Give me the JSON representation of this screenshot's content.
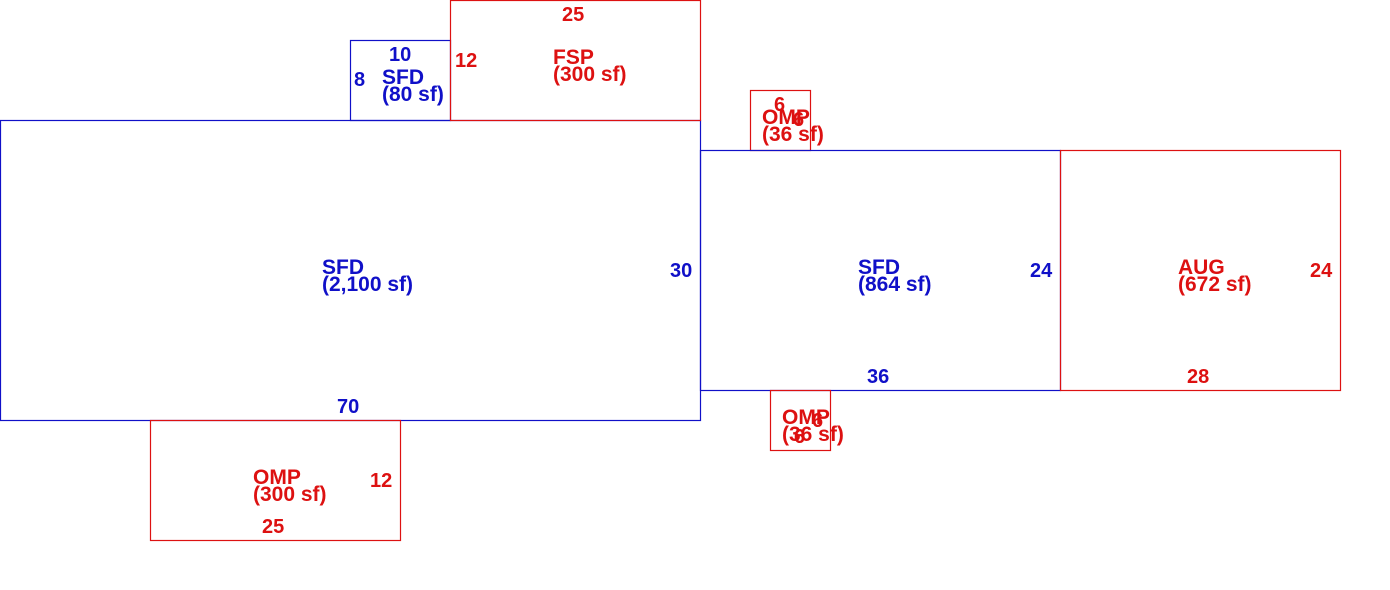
{
  "colors": {
    "living_area": "#1010c8",
    "other_area": "#dd1111",
    "background": "#ffffff"
  },
  "areas": [
    {
      "id": "sfd-main",
      "code": "SFD",
      "area": "(2,100 sf)",
      "color": "blue",
      "dims": [
        "70",
        "30"
      ]
    },
    {
      "id": "sfd-small",
      "code": "SFD",
      "area": "(80 sf)",
      "color": "blue",
      "dims": [
        "10",
        "8"
      ]
    },
    {
      "id": "fsp",
      "code": "FSP",
      "area": "(300 sf)",
      "color": "red",
      "dims": [
        "25",
        "12"
      ]
    },
    {
      "id": "omp-top",
      "code": "OMP",
      "area": "(36 sf)",
      "color": "red",
      "dims": [
        "6",
        "6"
      ]
    },
    {
      "id": "sfd-middle",
      "code": "SFD",
      "area": "(864 sf)",
      "color": "blue",
      "dims": [
        "36",
        "24"
      ]
    },
    {
      "id": "aug",
      "code": "AUG",
      "area": "(672 sf)",
      "color": "red",
      "dims": [
        "28",
        "24"
      ]
    },
    {
      "id": "omp-bottom-mid",
      "code": "OMP",
      "area": "(36 sf)",
      "color": "red",
      "dims": [
        "6",
        "6"
      ]
    },
    {
      "id": "omp-bottom-left",
      "code": "OMP",
      "area": "(300 sf)",
      "color": "red",
      "dims": [
        "25",
        "12"
      ]
    }
  ]
}
